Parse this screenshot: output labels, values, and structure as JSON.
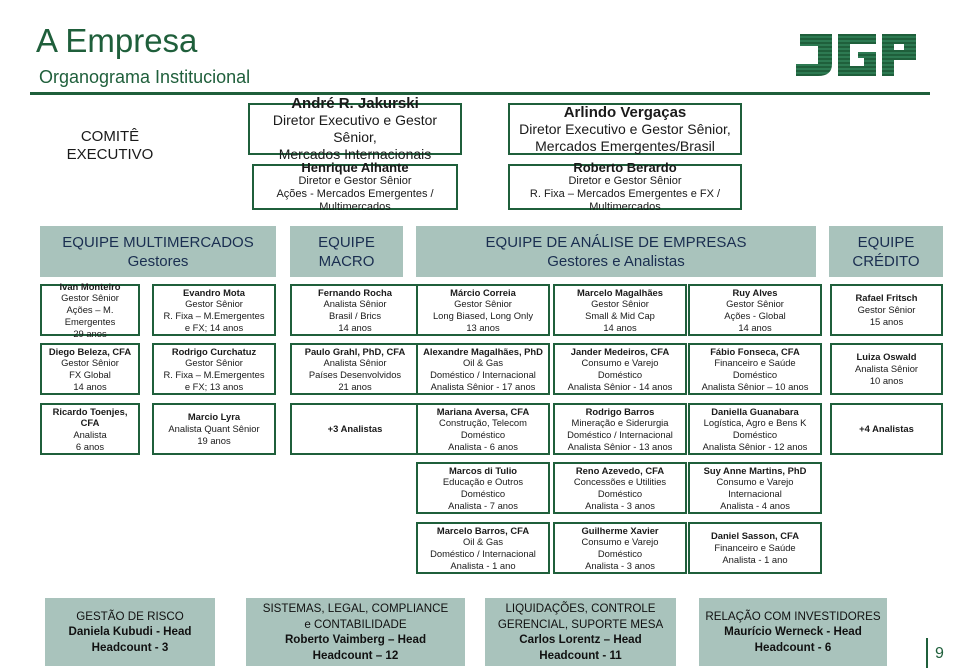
{
  "header": {
    "title": "A Empresa",
    "subtitle": "Organograma Institucional",
    "logo": "JGP"
  },
  "comite": {
    "line1": "COMITÊ",
    "line2": "EXECUTIVO"
  },
  "directors": {
    "jakurski": {
      "name": "André R. Jakurski",
      "line1": "Diretor Executivo e Gestor Sênior,",
      "line2": "Mercados Internacionais"
    },
    "vergacas": {
      "name": "Arlindo Vergaças",
      "line1": "Diretor Executivo e Gestor Sênior,",
      "line2": "Mercados Emergentes/Brasil"
    },
    "alhante": {
      "name": "Henrique Alhante",
      "line1": "Diretor e Gestor Sênior",
      "line2": "Ações - Mercados Emergentes / Multimercados"
    },
    "berardo": {
      "name": "Roberto Berardo",
      "line1": "Diretor e Gestor Sênior",
      "line2": "R. Fixa – Mercados Emergentes e FX / Multimercados"
    }
  },
  "teams": {
    "multimercados": {
      "line1": "EQUIPE MULTIMERCADOS",
      "line2": "Gestores"
    },
    "macro": {
      "line1": "EQUIPE",
      "line2": "MACRO"
    },
    "analise": {
      "line1": "EQUIPE DE ANÁLISE DE EMPRESAS",
      "line2": "Gestores e Analistas"
    },
    "credito": {
      "line1": "EQUIPE",
      "line2": "CRÉDITO"
    }
  },
  "cards": {
    "c1r1": [
      "Ivan Monteiro",
      "Gestor Sênior",
      "Ações – M. Emergentes",
      "29 anos"
    ],
    "c1r2": [
      "Diego Beleza, CFA",
      "Gestor Sênior",
      "FX Global",
      "14 anos"
    ],
    "c1r3": [
      "Ricardo Toenjes, CFA",
      "Analista",
      "6 anos"
    ],
    "c2r1": [
      "Evandro Mota",
      "Gestor Sênior",
      "R. Fixa – M.Emergentes",
      "e FX; 14 anos"
    ],
    "c2r2": [
      "Rodrigo Curchatuz",
      "Gestor Sênior",
      "R. Fixa – M.Emergentes",
      "e FX; 13 anos"
    ],
    "c2r3": [
      "Marcio Lyra",
      "Analista Quant Sênior",
      "19 anos"
    ],
    "c3r1": [
      "Fernando Rocha",
      "Analista Sênior",
      "Brasil / Brics",
      "14 anos"
    ],
    "c3r2": [
      "Paulo Grahl, PhD, CFA",
      "Analista Sênior",
      "Países Desenvolvidos",
      "21 anos"
    ],
    "c3r3": [
      "+3 Analistas"
    ],
    "c4r1": [
      "Márcio Correia",
      "Gestor Sênior",
      "Long Biased, Long Only",
      "13 anos"
    ],
    "c4r2": [
      "Alexandre Magalhães, PhD",
      "Oil & Gas",
      "Doméstico / Internacional",
      "Analista Sênior - 17 anos"
    ],
    "c4r3": [
      "Mariana Aversa, CFA",
      "Construção, Telecom",
      "Doméstico",
      "Analista - 6 anos"
    ],
    "c4r4": [
      "Marcos di Tulio",
      "Educação e Outros",
      "Doméstico",
      "Analista - 7 anos"
    ],
    "c4r5": [
      "Marcelo Barros, CFA",
      "Oil & Gas",
      "Doméstico / Internacional",
      "Analista - 1 ano"
    ],
    "c5r1": [
      "Marcelo Magalhães",
      "Gestor Sênior",
      "Small & Mid Cap",
      "14 anos"
    ],
    "c5r2": [
      "Jander Medeiros, CFA",
      "Consumo e Varejo",
      "Doméstico",
      "Analista Sênior - 14 anos"
    ],
    "c5r3": [
      "Rodrigo Barros",
      "Mineração e Siderurgia",
      "Doméstico / Internacional",
      "Analista Sênior - 13 anos"
    ],
    "c5r4": [
      "Reno Azevedo, CFA",
      "Concessões e Utilities",
      "Doméstico",
      "Analista - 3 anos"
    ],
    "c5r5": [
      "Guilherme Xavier",
      "Consumo e Varejo",
      "Doméstico",
      "Analista - 3 anos"
    ],
    "c6r1": [
      "Ruy Alves",
      "Gestor Sênior",
      "Ações - Global",
      "14 anos"
    ],
    "c6r2": [
      "Fábio Fonseca, CFA",
      "Financeiro e Saúde",
      "Doméstico",
      "Analista Sênior – 10 anos"
    ],
    "c6r3": [
      "Daniella Guanabara",
      "Logística, Agro e Bens K",
      "Doméstico",
      "Analista Sênior - 12 anos"
    ],
    "c6r4": [
      "Suy Anne Martins, PhD",
      "Consumo e Varejo",
      "Internacional",
      "Analista - 4 anos"
    ],
    "c6r5": [
      "Daniel Sasson, CFA",
      "Financeiro e Saúde",
      "Analista - 1 ano"
    ],
    "c7r1": [
      "Rafael Fritsch",
      "Gestor Sênior",
      "15 anos"
    ],
    "c7r2": [
      "Luiza Oswald",
      "Analista Sênior",
      "10 anos"
    ],
    "c7r3": [
      "+4 Analistas"
    ]
  },
  "bottom": {
    "risco": [
      "GESTÃO DE RISCO",
      "Daniela Kubudi - Head",
      "Headcount - 3"
    ],
    "sistemas": [
      "SISTEMAS, LEGAL, COMPLIANCE",
      "e CONTABILIDADE",
      "Roberto Vaimberg – Head",
      "Headcount – 12"
    ],
    "liquidacoes": [
      "LIQUIDAÇÕES, CONTROLE",
      "GERENCIAL, SUPORTE MESA",
      "Carlos Lorentz – Head",
      "Headcount - 11"
    ],
    "ri": [
      "RELAÇÃO COM INVESTIDORES",
      "Maurício Werneck - Head",
      "Headcount - 6"
    ]
  },
  "page_number": "9"
}
